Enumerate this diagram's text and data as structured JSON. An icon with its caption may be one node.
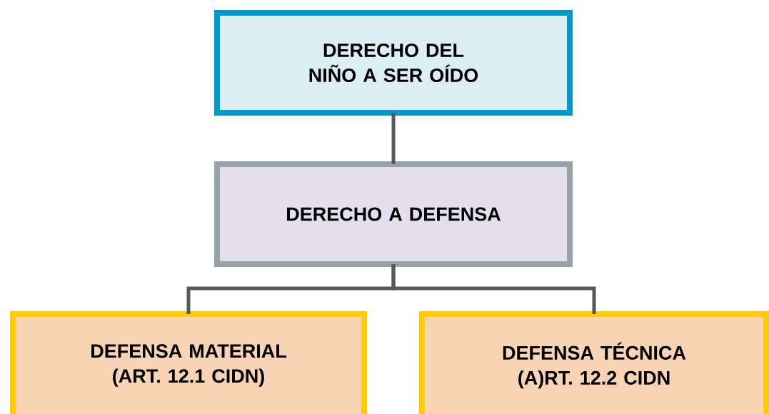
{
  "diagram": {
    "nodes": [
      {
        "text": [
          "DERECHO DEL NIÑO A SER OÍDO"
        ]
      },
      {
        "text": [
          "DERECHO A DEFENSA"
        ]
      },
      {
        "text": [
          "DEFENSA MATERIAL (ART. 12.1 CIDN)"
        ]
      },
      {
        "text": [
          "DEFENSA TÉCNICA (A)RT. 12.2 CIDN"
        ]
      }
    ],
    "edges": [
      {
        "from": 0,
        "to": 1,
        "arrow": "none"
      },
      {
        "from": 1,
        "to": 2,
        "arrow": "none"
      },
      {
        "from": 1,
        "to": 3,
        "arrow": "none"
      }
    ]
  }
}
